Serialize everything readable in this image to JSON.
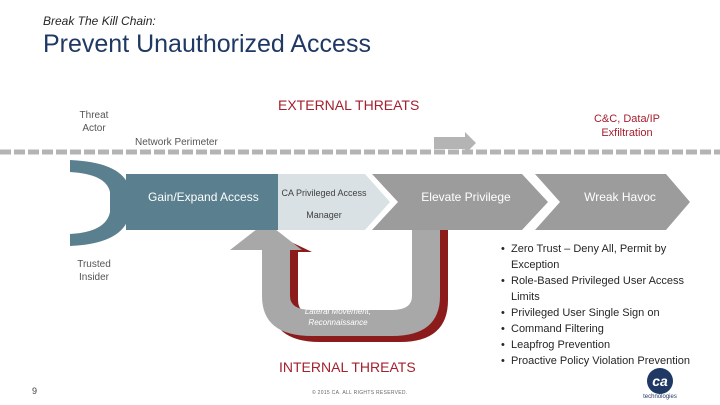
{
  "header": {
    "kicker": "Break The Kill Chain:",
    "title": "Prevent Unauthorized Access"
  },
  "diagram": {
    "external_label": "EXTERNAL THREATS",
    "internal_label": "INTERNAL THREATS",
    "threat_actor": "Threat Actor",
    "trusted_insider": "Trusted Insider",
    "network_perimeter": "Network Perimeter",
    "exfiltration": "C&C, Data/IP Exfiltration",
    "stage_gain": "Gain/Expand Access",
    "stage_ca": "CA Privileged Access Manager",
    "stage_elevate": "Elevate Privilege",
    "stage_havoc": "Wreak Havoc",
    "lateral": "Lateral Movement, Reconnaissance"
  },
  "bullets": [
    "Zero Trust – Deny All, Permit by Exception",
    "Role-Based Privileged User Access Limits",
    "Privileged User Single Sign on",
    "Command Filtering",
    "Leapfrog Prevention",
    "Proactive Policy Violation Prevention"
  ],
  "footer": {
    "page_number": "9",
    "copyright": "© 2015 CA. ALL RIGHTS RESERVED.",
    "logo_mark": "ca",
    "logo_word": "technologies"
  },
  "colors": {
    "title": "#1f3864",
    "accent_red": "#a51f2e",
    "teal": "#5a7f8e",
    "grey_chevron": "#9c9c9c",
    "light_block": "#d9e1e4"
  }
}
